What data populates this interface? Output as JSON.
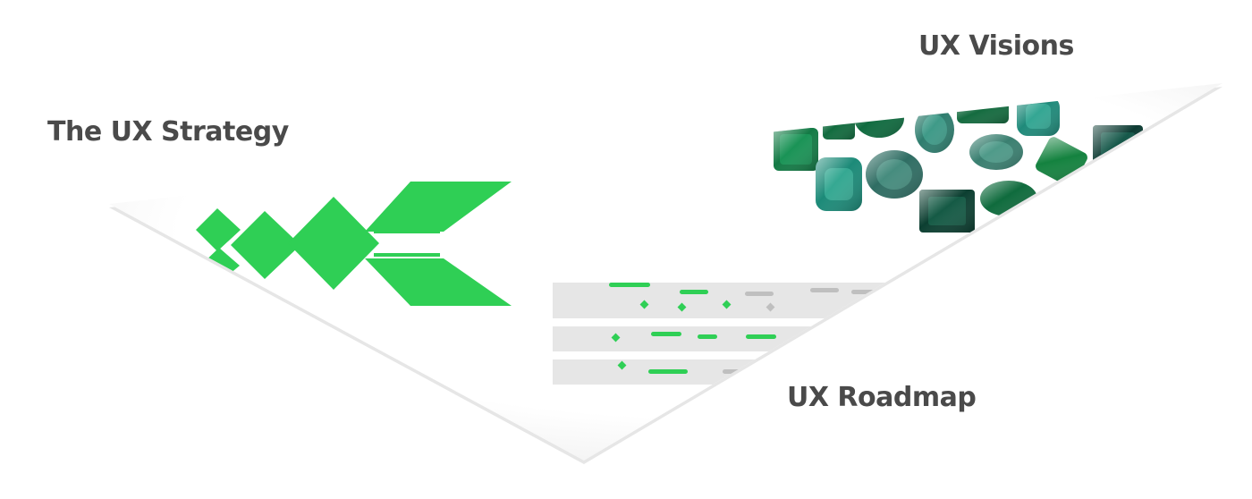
{
  "labels": {
    "strategy": "The UX Strategy",
    "visions": "UX Visions",
    "roadmap": "UX Roadmap"
  },
  "icons": {
    "strategy": "green-diamond-chevron-graphic",
    "visions": "green-gemstones-image",
    "roadmap": "timeline-bars-graphic"
  },
  "colors": {
    "accent_green": "#2fcf55",
    "label_text": "#4a4a4a",
    "triangle_fill": "#ffffff",
    "triangle_shadow": "#d9d9d9",
    "roadmap_bar": "#e6e6e6",
    "roadmap_gray_marker": "#bfbfbf",
    "gem_dark": "#0f4a35",
    "gem_teal": "#1f8a74",
    "gem_green": "#137a45"
  }
}
